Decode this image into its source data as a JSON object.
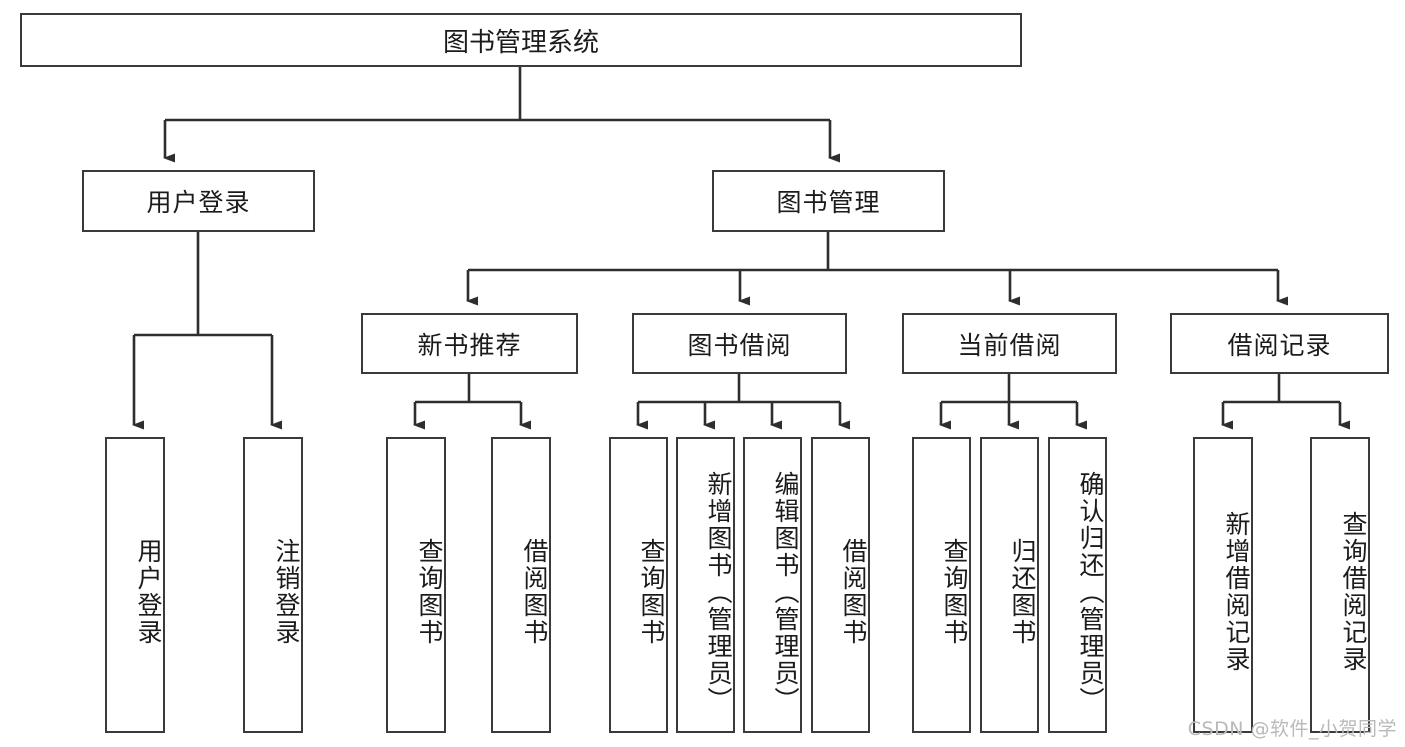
{
  "diagram": {
    "title": "图书管理系统",
    "type": "tree-hierarchy",
    "colors": {
      "box_border": "#3a3a3a",
      "box_fill": "#ffffff",
      "connector": "#2e2e2e",
      "text": "#1b1b1b",
      "watermark": "#b9b9b9",
      "background": "#ffffff"
    },
    "root": {
      "label": "图书管理系统"
    },
    "level2": [
      {
        "label": "用户登录"
      },
      {
        "label": "图书管理"
      }
    ],
    "level3": [
      {
        "label": "新书推荐"
      },
      {
        "label": "图书借阅"
      },
      {
        "label": "当前借阅"
      },
      {
        "label": "借阅记录"
      }
    ],
    "leaves": {
      "user_login": [
        {
          "label": "用户登录"
        },
        {
          "label": "注销登录"
        }
      ],
      "new_book_recommend": [
        {
          "label": "查询图书"
        },
        {
          "label": "借阅图书"
        }
      ],
      "book_borrow": [
        {
          "label": "查询图书"
        },
        {
          "label": "新增图书（管理员）"
        },
        {
          "label": "编辑图书（管理员）"
        },
        {
          "label": "借阅图书"
        }
      ],
      "current_borrow": [
        {
          "label": "查询图书"
        },
        {
          "label": "归还图书"
        },
        {
          "label": "确认归还（管理员）"
        }
      ],
      "borrow_record": [
        {
          "label": "新增借阅记录"
        },
        {
          "label": "查询借阅记录"
        }
      ]
    },
    "watermark": "CSDN @软件_小贺同学"
  }
}
